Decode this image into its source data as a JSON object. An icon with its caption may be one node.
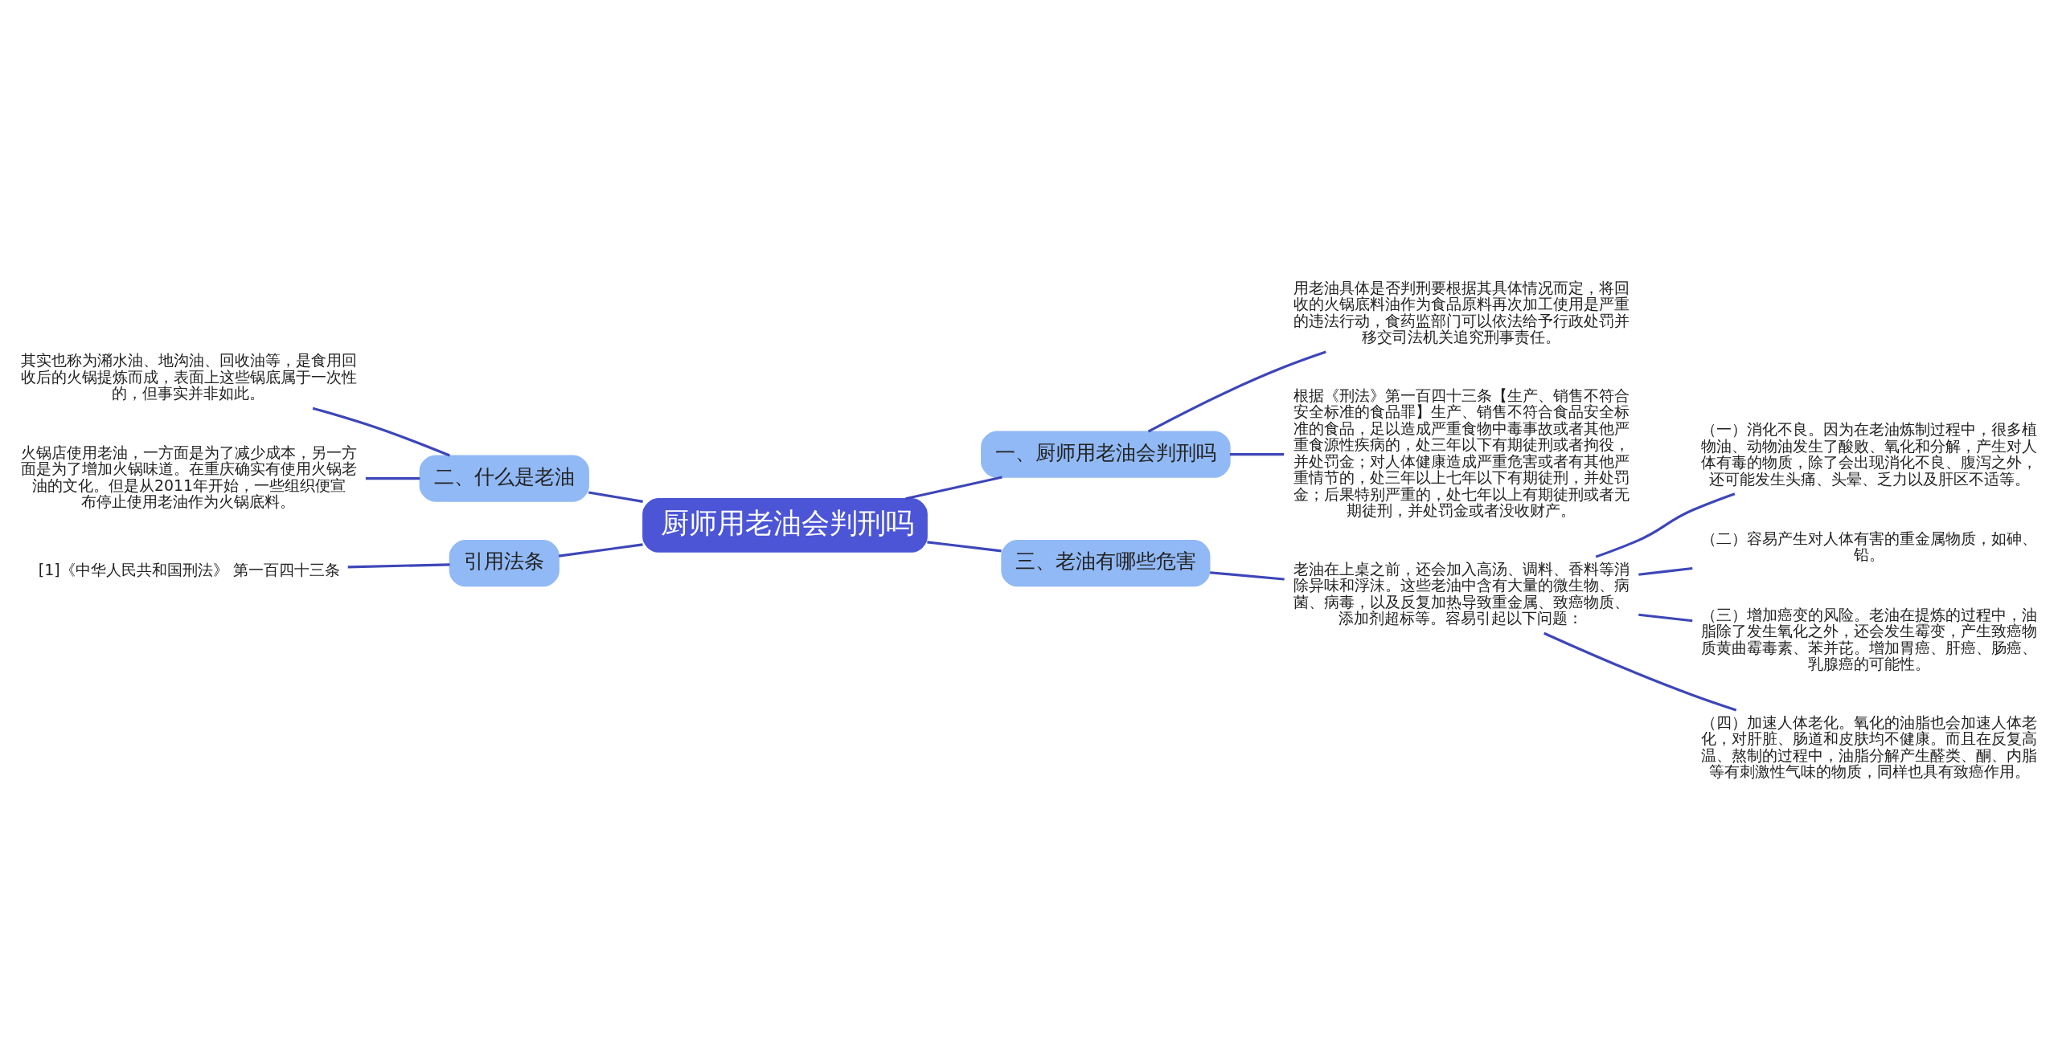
{
  "diagram": {
    "nodes": [
      {
        "text": [
          "厨师用老油会判刑吗"
        ]
      },
      {
        "text": [
          "一、厨师用老油会判刑吗"
        ]
      },
      {
        "text": [
          "用老油具体是否判刑要根据其具体情况而定，将回收的火锅底料油作为食品原料再次加工使用是严重的违法行动，食药监部门可以依法给予行政处罚并移交司法机关追究刑事责任。"
        ]
      },
      {
        "text": [
          "根据《刑法》第一百四十三条【生产、销售不符合安全标准的食品罪】生产、销售不符合食品安全标准的食品，足以造成严重食物中毒事故或者其他严重食源性疾病的，处三年以下有期徒刑或者拘役，并处罚金；对人体健康造成严重危害或者有其他严重情节的，处三年以上七年以下有期徒刑，并处罚金；后果特别严重的，处七年以上有期徒刑或者无期徒刑，并处罚金或者没收财产。"
        ]
      },
      {
        "text": [
          "二、什么是老油"
        ]
      },
      {
        "text": [
          "其实也称为潲水油、地沟油、回收油等，是食用回收后的火锅提炼而成，表面上这些锅底属于一次性的，但事实并非如此。"
        ]
      },
      {
        "text": [
          "火锅店使用老油，一方面是为了减少成本，另一方面是为了增加火锅味道。在重庆确实有使用火锅老油的文化。但是从2011年开始，一些组织便宣布停止使用老油作为火锅底料。"
        ]
      },
      {
        "text": [
          "引用法条"
        ]
      },
      {
        "text": [
          "[1]《中华人民共和国刑法》 第一百四十三条"
        ]
      },
      {
        "text": [
          "三、老油有哪些危害"
        ]
      },
      {
        "text": [
          "老油在上桌之前，还会加入高汤、调料、香料等消除异味和浮沫。这些老油中含有大量的微生物、病菌、病毒，以及反复加热导致重金属、致癌物质、添加剂超标等。容易引起以下问题："
        ]
      },
      {
        "text": [
          "（一）消化不良。因为在老油炼制过程中，很多植物油、动物油发生了酸败、氧化和分解，产生对人体有毒的物质，除了会出现消化不良、腹泻之外，还可能发生头痛、头晕、乏力以及肝区不适等。"
        ]
      },
      {
        "text": [
          "（二）容易产生对人体有害的重金属物质，如砷、铅。"
        ]
      },
      {
        "text": [
          "（三）增加癌变的风险。老油在提炼的过程中，油脂除了发生氧化之外，还会发生霉变，产生致癌物质黄曲霉毒素、苯并芘。增加胃癌、肝癌、肠癌、乳腺癌的可能性。"
        ]
      },
      {
        "text": [
          "（四）加速人体老化。氧化的油脂也会加速人体老化，对肝脏、肠道和皮肤均不健康。而且在反复高温、熬制的过程中，油脂分解产生醛类、酮、内脂等有刺激性气味的物质，同样也具有致癌作用。"
        ]
      }
    ],
    "edges": [
      {
        "from": 0,
        "to": 1,
        "arrow": "none"
      },
      {
        "from": 1,
        "to": 2,
        "arrow": "none"
      },
      {
        "from": 1,
        "to": 3,
        "arrow": "none"
      },
      {
        "from": 0,
        "to": 4,
        "arrow": "none"
      },
      {
        "from": 4,
        "to": 5,
        "arrow": "none"
      },
      {
        "from": 4,
        "to": 6,
        "arrow": "none"
      },
      {
        "from": 0,
        "to": 7,
        "arrow": "none"
      },
      {
        "from": 7,
        "to": 8,
        "arrow": "none"
      },
      {
        "from": 0,
        "to": 9,
        "arrow": "none"
      },
      {
        "from": 9,
        "to": 10,
        "arrow": "none"
      },
      {
        "from": 10,
        "to": 11,
        "arrow": "none"
      },
      {
        "from": 10,
        "to": 12,
        "arrow": "none"
      },
      {
        "from": 10,
        "to": 13,
        "arrow": "none"
      },
      {
        "from": 10,
        "to": 14,
        "arrow": "none"
      }
    ]
  }
}
